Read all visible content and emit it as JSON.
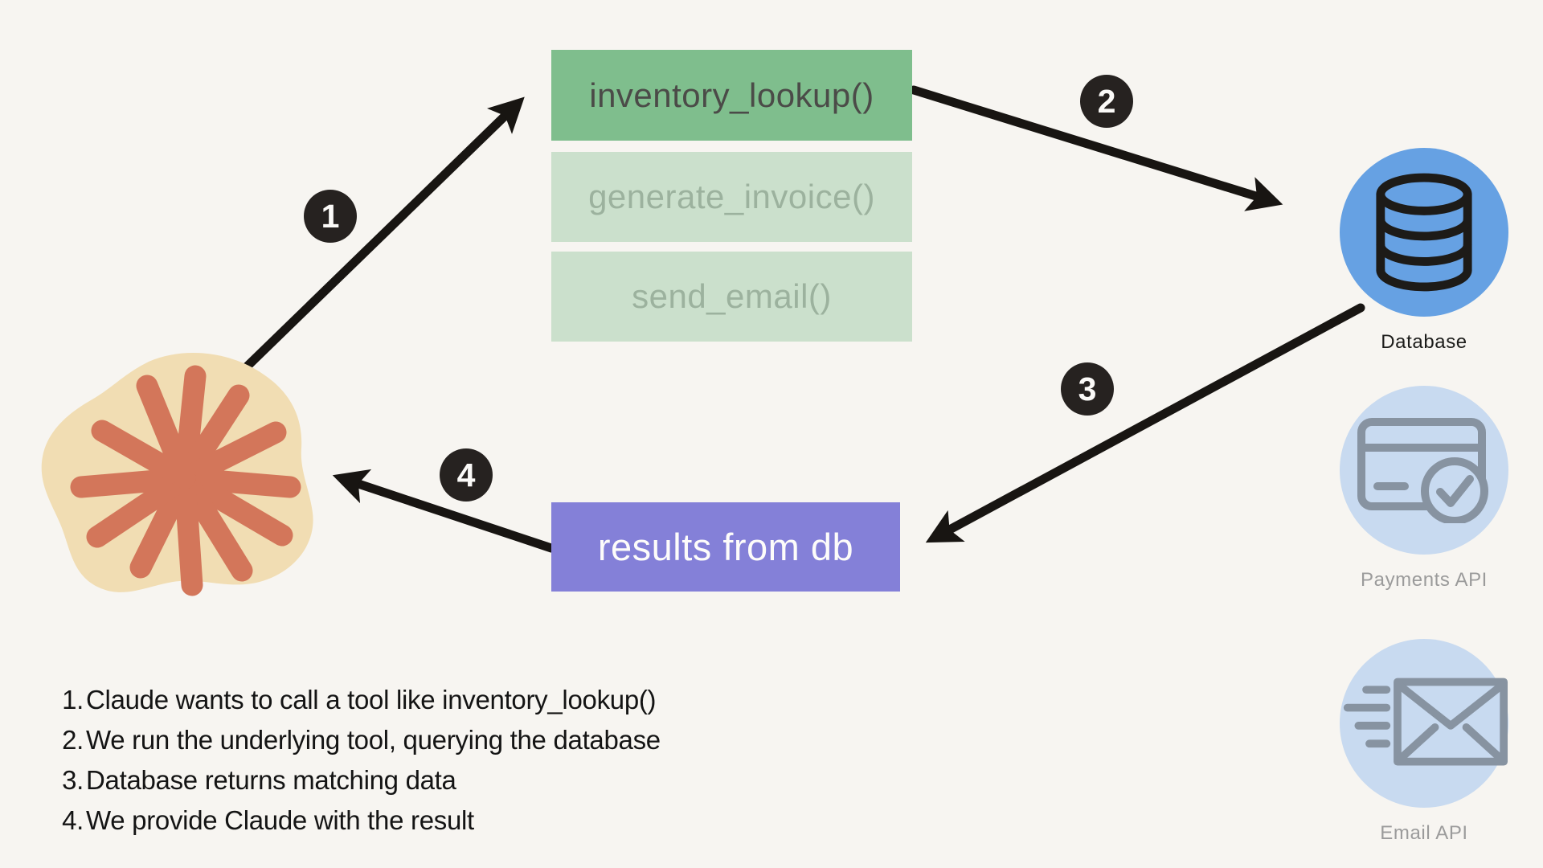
{
  "colors": {
    "background": "#f7f5f1",
    "tool_active_bg": "#7fbe8d",
    "tool_inactive_bg": "#cbe0cc",
    "result_bg": "#8480d8",
    "database_circle": "#66a1e3",
    "api_circle": "#c8daf0",
    "api_icon_gray": "#8793a1",
    "badge_bg": "#262220",
    "arrow_black": "#181512",
    "claude_blob": "#f1ddb3",
    "claude_star": "#d3765a"
  },
  "tools": [
    {
      "label": "inventory_lookup()",
      "state": "active"
    },
    {
      "label": "generate_invoice()",
      "state": "inactive"
    },
    {
      "label": "send_email()",
      "state": "inactive"
    }
  ],
  "result_box": {
    "label": "results from db"
  },
  "badges": [
    {
      "label": "1"
    },
    {
      "label": "2"
    },
    {
      "label": "3"
    },
    {
      "label": "4"
    }
  ],
  "services": [
    {
      "label": "Database",
      "icon": "database-icon"
    },
    {
      "label": "Payments API",
      "icon": "credit-card-check-icon"
    },
    {
      "label": "Email API",
      "icon": "email-send-icon"
    }
  ],
  "legend": [
    {
      "number": "1.",
      "text": "Claude wants to call a tool like inventory_lookup()"
    },
    {
      "number": "2.",
      "text": "We run the underlying tool, querying the database"
    },
    {
      "number": "3.",
      "text": "Database returns matching data"
    },
    {
      "number": "4.",
      "text": "We provide Claude with the result"
    }
  ]
}
